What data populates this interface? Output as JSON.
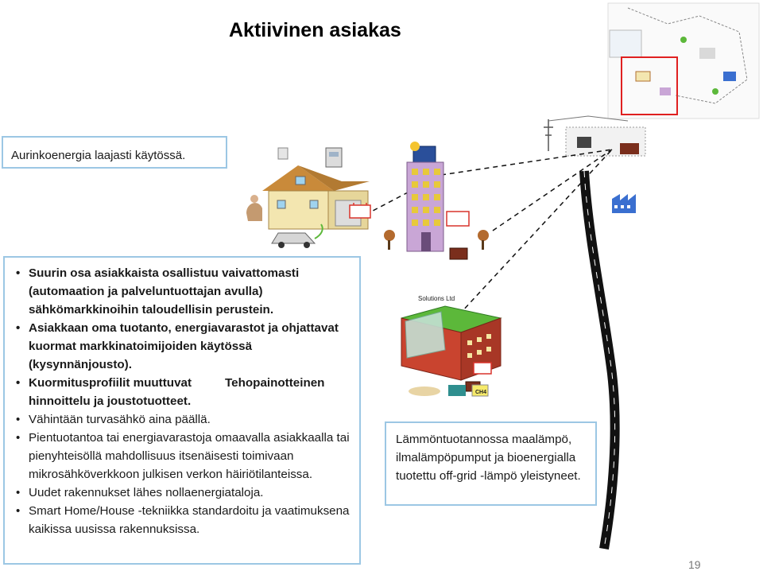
{
  "slide": {
    "title": "Aktiivinen asiakas",
    "page_number": "19"
  },
  "callout_top": {
    "text": "Aurinkoenergia laajasti käytössä."
  },
  "main_box": {
    "bullets": [
      {
        "text": "Suurin osa asiakkaista osallistuu vaivattomasti (automaation ja palveluntuottajan avulla) sähkömarkkinoihin taloudellisin perustein.",
        "bold": true
      },
      {
        "text": "Asiakkaan oma tuotanto, energiavarastot ja ohjattavat kuormat markkinatoimijoiden käytössä (kysynnänjousto).",
        "bold": true
      },
      {
        "text_a": "Kuormitusprofiilit muuttuvat",
        "text_b": "Tehopainotteinen hinnoittelu ja joustotuotteet.",
        "bold": true
      },
      {
        "text": "Vähintään turvasähkö aina päällä.",
        "bold": false
      },
      {
        "text": "Pientuotantoa tai energiavarastoja omaavalla asiakkaalla tai pienyhteisöllä mahdollisuus itsenäisesti toimivaan mikrosähköverkkoon julkisen verkon häiriötilanteissa.",
        "bold": false
      },
      {
        "text": "Uudet rakennukset lähes nollaenergiataloja.",
        "bold": false
      },
      {
        "text": "Smart Home/House -tekniikka standardoitu ja vaatimuksena kaikissa uusissa rakennuksissa.",
        "bold": false
      }
    ]
  },
  "callout_right": {
    "text": "Lämmöntuotannossa maalämpö, ilmalämpöpumput ja bioenergialla tuotettu off-grid -lämpö yleistyneet."
  },
  "scene": {
    "company_label": "Solutions Ltd",
    "ch4_label": "CH4",
    "colors": {
      "roof_house": "#c98a3a",
      "house_wall": "#f3e6b0",
      "tower_wall": "#c9a6d6",
      "tower_window": "#e7c93a",
      "road": "#111111",
      "factory": "#3a6fd0",
      "battery": "#d9332b",
      "green_roof": "#5cb83a",
      "highlight_box": "#e02020"
    }
  }
}
